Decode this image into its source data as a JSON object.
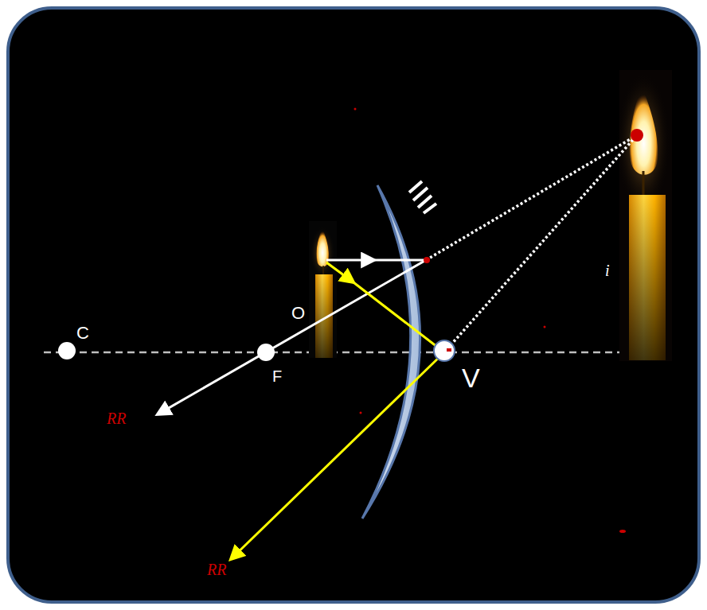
{
  "diagram": {
    "labels": [
      "C",
      "O",
      "F",
      "V",
      "i",
      "RR",
      "RR"
    ]
  }
}
